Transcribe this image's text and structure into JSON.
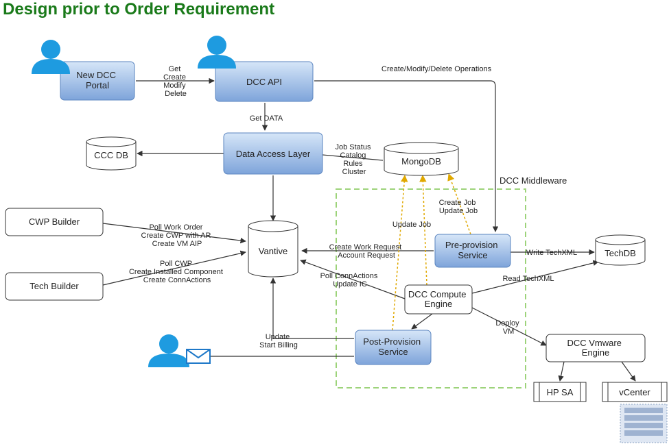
{
  "title": "Design prior to Order Requirement",
  "colors": {
    "title": "#1a7a1a",
    "blue_box_top": "#cfe0f6",
    "blue_box_bottom": "#7fa6dc",
    "blue_box_border": "#5a84bf",
    "user_icon": "#1e9be0",
    "middleware_border": "#9dd37a",
    "dotted_arrow": "#e0a800",
    "arrow": "#333333"
  },
  "nodes": {
    "new_dcc_portal": [
      "New DCC",
      "Portal"
    ],
    "dcc_api": "DCC API",
    "data_access_layer": "Data Access Layer",
    "ccc_db": "CCC DB",
    "mongodb": "MongoDB",
    "cwp_builder": "CWP Builder",
    "tech_builder": "Tech Builder",
    "vantive": "Vantive",
    "pre_provision": [
      "Pre-provision",
      "Service"
    ],
    "techdb": "TechDB",
    "dcc_compute_engine": [
      "DCC Compute",
      "Engine"
    ],
    "post_provision": [
      "Post-Provision",
      "Service"
    ],
    "dcc_vmware_engine": [
      "DCC Vmware",
      "Engine"
    ],
    "hp_sa": "HP SA",
    "vcenter": "vCenter"
  },
  "middleware_label": "DCC Middleware",
  "edge_labels": {
    "portal_to_api": [
      "Get",
      "Create",
      "Modify",
      "Delete"
    ],
    "api_to_preprov": "Create/Modify/Delete  Operations",
    "api_to_dal": "Get DATA",
    "dal_to_mongo": [
      "Job Status",
      "Catalog",
      "Rules",
      "Cluster"
    ],
    "preprov_to_mongo": [
      "Create Job",
      "Update Job"
    ],
    "compute_to_mongo": "Update Job",
    "cwp_to_vantive": [
      "Poll Work Order",
      "Create CWP with AR",
      "Create VM AIP"
    ],
    "tech_to_vantive": [
      "Poll CWP",
      "Create Installed Component",
      "Create ConnActions"
    ],
    "preprov_to_vantive": [
      "Create Work Request",
      "Account Request"
    ],
    "preprov_to_techdb": "Write TechXML",
    "compute_to_techdb": "Read TechXML",
    "compute_to_vantive": [
      "Poll ConnActions",
      "Update IC"
    ],
    "compute_to_vmware": [
      "Deploy",
      "VM"
    ],
    "postprov_to_vantive": [
      "Update",
      "Start Billing"
    ]
  }
}
